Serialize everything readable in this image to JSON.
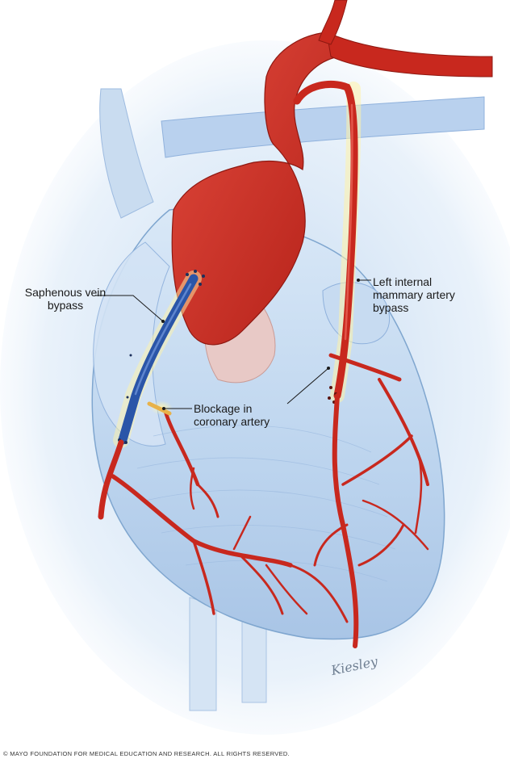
{
  "labels": {
    "saphenous": [
      "Saphenous vein",
      "bypass"
    ],
    "mammary": [
      "Left internal",
      "mammary artery",
      "bypass"
    ],
    "blockage": [
      "Blockage in",
      "coronary artery"
    ]
  },
  "copyright": "© MAYO FOUNDATION FOR MEDICAL EDUCATION AND RESEARCH. ALL RIGHTS RESERVED.",
  "signature": "Kiesley",
  "colors": {
    "artery": "#c8281e",
    "artery_highlight": "#e2564a",
    "vein_graft": "#2a55a8",
    "heart_body": "#cfe0f2",
    "heart_outline": "#7fa6cf",
    "glow": "#f3e79a",
    "leader_line": "#1a1a1a"
  }
}
